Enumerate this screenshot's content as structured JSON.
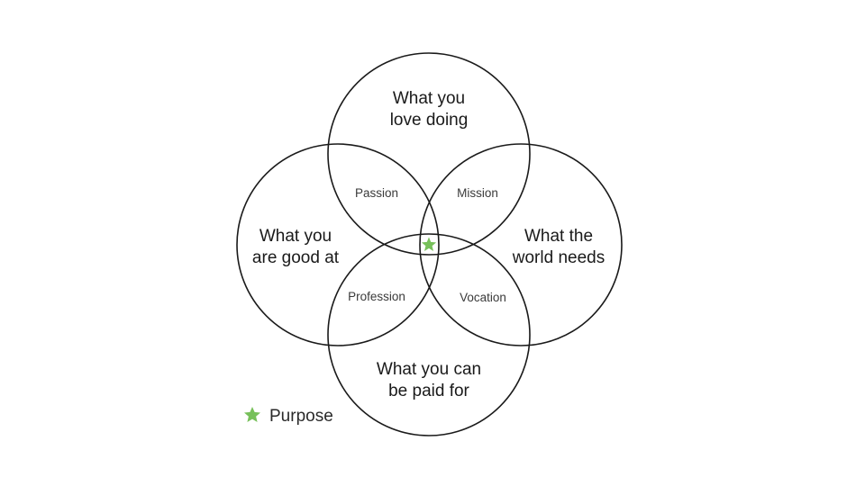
{
  "circles": {
    "top": {
      "line1": "What you",
      "line2": "love doing"
    },
    "left": {
      "line1": "What you",
      "line2": "are good at"
    },
    "right": {
      "line1": "What the",
      "line2": "world needs"
    },
    "bottom": {
      "line1": "What you can",
      "line2": "be paid for"
    }
  },
  "overlaps": {
    "top_left": "Passion",
    "top_right": "Mission",
    "bottom_left": "Profession",
    "bottom_right": "Vocation"
  },
  "legend": {
    "icon": "star-icon",
    "label": "Purpose"
  },
  "colors": {
    "star": "#77c05a",
    "stroke": "#1a1a1a"
  }
}
